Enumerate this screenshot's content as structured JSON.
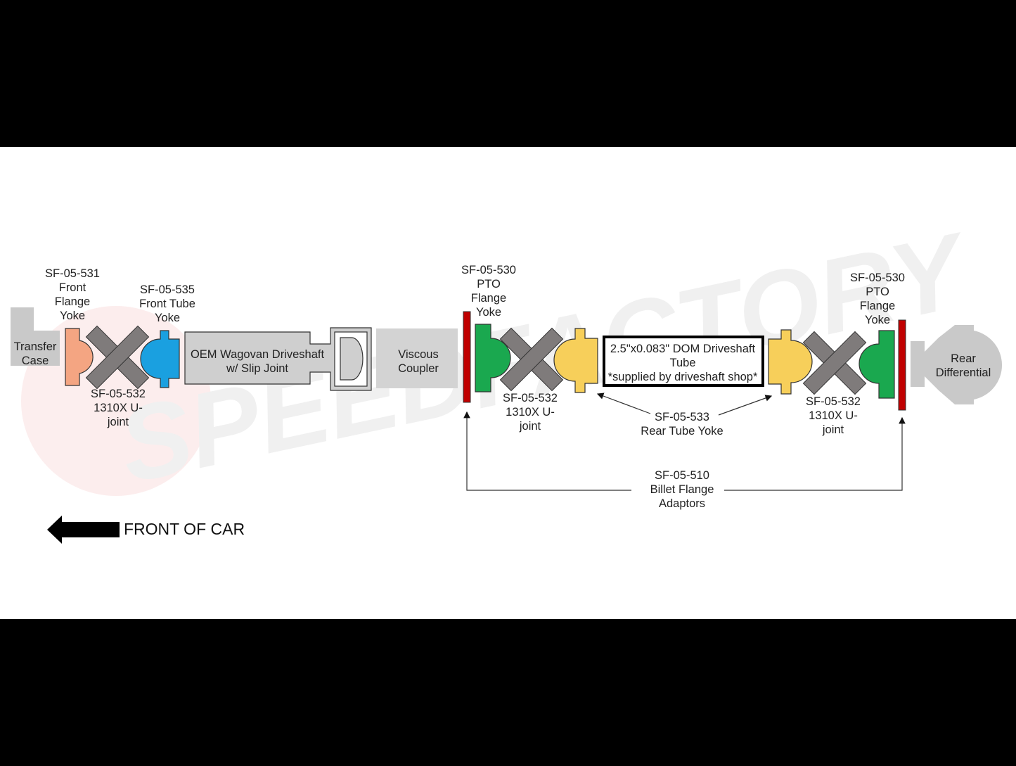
{
  "watermark": "SPEEDFACTORY",
  "colors": {
    "orange": "#f4a582",
    "blue": "#1aa0e0",
    "green": "#1aa84f",
    "yellow": "#f7cf5a",
    "red": "#c00000",
    "ujoint": "#7f7b7b",
    "gray": "#c9c9c9"
  },
  "labels": {
    "transfer_case": [
      "Transfer",
      "Case"
    ],
    "front_flange_yoke": [
      "SF-05-531",
      "Front",
      "Flange",
      "Yoke"
    ],
    "front_tube_yoke": [
      "SF-05-535",
      "Front Tube",
      "Yoke"
    ],
    "ujoint_1": [
      "SF-05-532",
      "1310X U-",
      "joint"
    ],
    "oem_driveshaft": [
      "OEM Wagovan Driveshaft",
      "w/ Slip Joint"
    ],
    "viscous_coupler": [
      "Viscous",
      "Coupler"
    ],
    "pto_flange_yoke_1": [
      "SF-05-530",
      "PTO",
      "Flange",
      "Yoke"
    ],
    "ujoint_2": [
      "SF-05-532",
      "1310X U-",
      "joint"
    ],
    "dom_tube": [
      "2.5\"x0.083\" DOM Driveshaft",
      "Tube",
      "*supplied by driveshaft shop*"
    ],
    "rear_tube_yoke": [
      "SF-05-533",
      "Rear Tube Yoke"
    ],
    "ujoint_3": [
      "SF-05-532",
      "1310X U-",
      "joint"
    ],
    "pto_flange_yoke_2": [
      "SF-05-530",
      "PTO",
      "Flange",
      "Yoke"
    ],
    "rear_differential": [
      "Rear",
      "Differential"
    ],
    "billet_flange": [
      "SF-05-510",
      "Billet Flange",
      "Adaptors"
    ],
    "front_of_car": "FRONT OF CAR"
  }
}
